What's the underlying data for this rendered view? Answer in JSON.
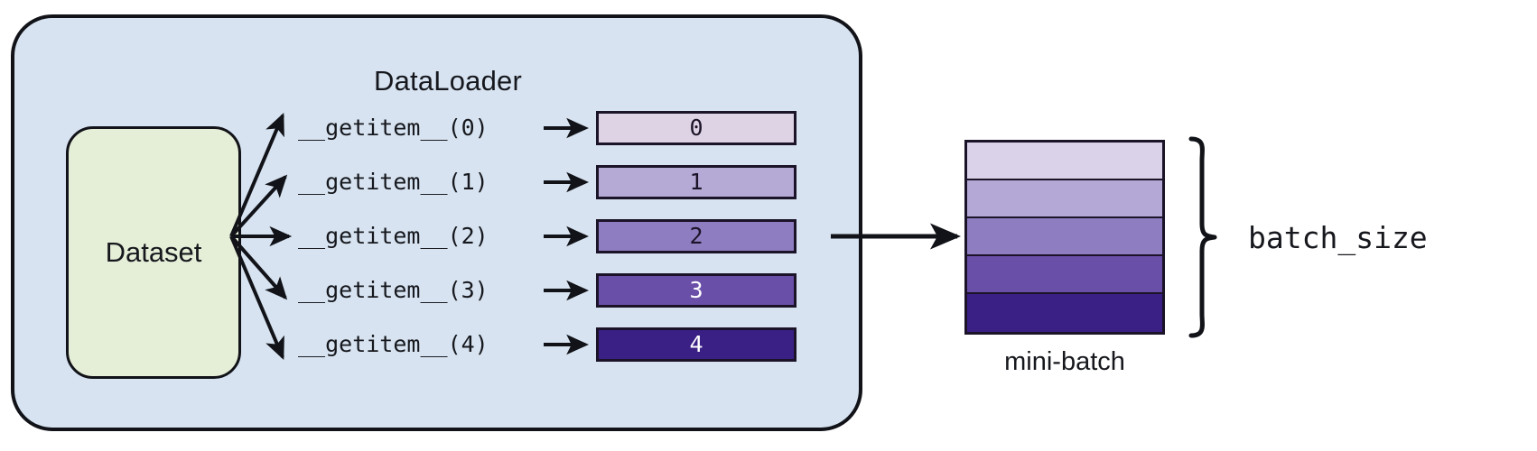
{
  "diagram": {
    "title": "DataLoader",
    "dataset_label": "Dataset",
    "minibatch_label": "mini-batch",
    "batch_size_label": "batch_size",
    "colors": {
      "container_fill": "#d7e3f1",
      "container_stroke": "#111318",
      "dataset_fill": "#e5eed7",
      "dataset_stroke": "#111318",
      "sample_stroke": "#1b1327",
      "page_background": "#ffffff",
      "text": "#16181d"
    },
    "samples": [
      {
        "index": "0",
        "call": "__getitem__(0)",
        "fill": "#ddd3e5",
        "text_color": "#1b1327"
      },
      {
        "index": "1",
        "call": "__getitem__(1)",
        "fill": "#b5a9d5",
        "text_color": "#1b1327"
      },
      {
        "index": "2",
        "call": "__getitem__(2)",
        "fill": "#8e7dc0",
        "text_color": "#1b1327"
      },
      {
        "index": "3",
        "call": "__getitem__(3)",
        "fill": "#6a4fa8",
        "text_color": "#ffffff"
      },
      {
        "index": "4",
        "call": "__getitem__(4)",
        "fill": "#3a1f85",
        "text_color": "#ffffff"
      }
    ],
    "minibatch_segments": [
      {
        "fill": "#d9d2e8"
      },
      {
        "fill": "#b3a8d6"
      },
      {
        "fill": "#8e7dc0"
      },
      {
        "fill": "#6a4fa8"
      },
      {
        "fill": "#3a1f85"
      }
    ]
  }
}
